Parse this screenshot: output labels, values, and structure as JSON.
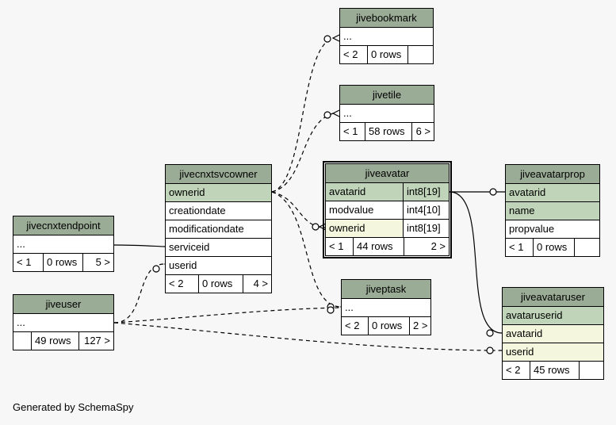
{
  "footer": "Generated by SchemaSpy",
  "tables": {
    "jivebookmark": {
      "name": "jivebookmark",
      "rows": [
        {
          "name": "..."
        }
      ],
      "foot": [
        "< 2",
        "0 rows",
        ""
      ]
    },
    "jivetile": {
      "name": "jivetile",
      "rows": [
        {
          "name": "..."
        }
      ],
      "foot": [
        "< 1",
        "58 rows",
        "6 >"
      ]
    },
    "jiveavatar": {
      "name": "jiveavatar",
      "rows": [
        {
          "name": "avatarid",
          "type": "int8[19]"
        },
        {
          "name": "modvalue",
          "type": "int4[10]"
        },
        {
          "name": "ownerid",
          "type": "int8[19]"
        }
      ],
      "foot": [
        "< 1",
        "44 rows",
        "2 >"
      ]
    },
    "jiveavatarprop": {
      "name": "jiveavatarprop",
      "rows": [
        {
          "name": "avatarid"
        },
        {
          "name": "name"
        },
        {
          "name": "propvalue"
        }
      ],
      "foot": [
        "< 1",
        "0 rows",
        ""
      ]
    },
    "jivecnxtsvcowner": {
      "name": "jivecnxtsvcowner",
      "rows": [
        {
          "name": "ownerid"
        },
        {
          "name": "creationdate"
        },
        {
          "name": "modificationdate"
        },
        {
          "name": "serviceid"
        },
        {
          "name": "userid"
        }
      ],
      "foot": [
        "< 2",
        "0 rows",
        "4 >"
      ]
    },
    "jivecnxtendpoint": {
      "name": "jivecnxtendpoint",
      "rows": [
        {
          "name": "..."
        }
      ],
      "foot": [
        "< 1",
        "0 rows",
        "5 >"
      ]
    },
    "jiveuser": {
      "name": "jiveuser",
      "rows": [
        {
          "name": "..."
        }
      ],
      "foot": [
        "",
        "49 rows",
        "127 >"
      ]
    },
    "jiveptask": {
      "name": "jiveptask",
      "rows": [
        {
          "name": "..."
        }
      ],
      "foot": [
        "< 2",
        "0 rows",
        "2 >"
      ]
    },
    "jiveavataruser": {
      "name": "jiveavataruser",
      "rows": [
        {
          "name": "avataruserid"
        },
        {
          "name": "avatarid"
        },
        {
          "name": "userid"
        }
      ],
      "foot": [
        "< 2",
        "45 rows",
        ""
      ]
    }
  }
}
